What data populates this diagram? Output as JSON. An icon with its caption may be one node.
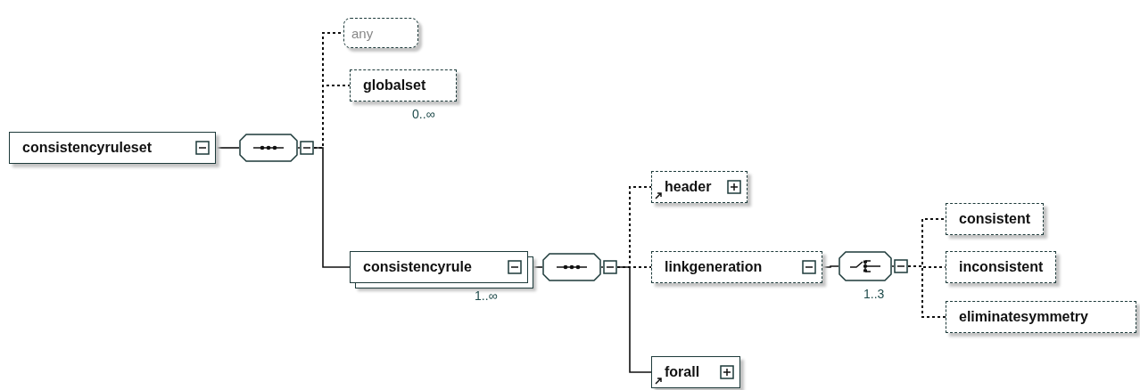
{
  "diagram": {
    "nodes": [
      {
        "text": [
          "consistencyruleset"
        ]
      },
      {
        "text": [],
        "shape": "octagon"
      },
      {
        "text": [
          "any"
        ]
      },
      {
        "text": [
          "globalset"
        ],
        "beside": [
          "0..∞"
        ]
      },
      {
        "text": [
          "consistencyrule"
        ],
        "beside": [
          "1..∞"
        ]
      },
      {
        "text": [],
        "shape": "octagon"
      },
      {
        "text": [
          "header"
        ]
      },
      {
        "text": [
          "linkgeneration"
        ]
      },
      {
        "text": [
          "forall"
        ]
      },
      {
        "text": [],
        "shape": "octagon",
        "beside": [
          "1..3"
        ]
      },
      {
        "text": [
          "consistent"
        ]
      },
      {
        "text": [
          "inconsistent"
        ]
      },
      {
        "text": [
          "eliminatesymmetry"
        ]
      }
    ],
    "edges": [
      {
        "from": 0,
        "to": 1,
        "arrow": "none"
      },
      {
        "from": 1,
        "to": 2,
        "arrow": "none",
        "style": "dashed"
      },
      {
        "from": 1,
        "to": 3,
        "arrow": "none",
        "style": "dashed"
      },
      {
        "from": 1,
        "to": 4,
        "arrow": "none"
      },
      {
        "from": 4,
        "to": 5,
        "arrow": "none"
      },
      {
        "from": 5,
        "to": 6,
        "arrow": "none",
        "style": "dashed"
      },
      {
        "from": 5,
        "to": 7,
        "arrow": "none",
        "style": "dashed"
      },
      {
        "from": 5,
        "to": 8,
        "arrow": "none"
      },
      {
        "from": 7,
        "to": 9,
        "arrow": "none"
      },
      {
        "from": 9,
        "to": 10,
        "arrow": "none",
        "style": "dashed"
      },
      {
        "from": 9,
        "to": 11,
        "arrow": "none",
        "style": "dashed"
      },
      {
        "from": 9,
        "to": 12,
        "arrow": "none",
        "style": "dashed"
      }
    ]
  }
}
